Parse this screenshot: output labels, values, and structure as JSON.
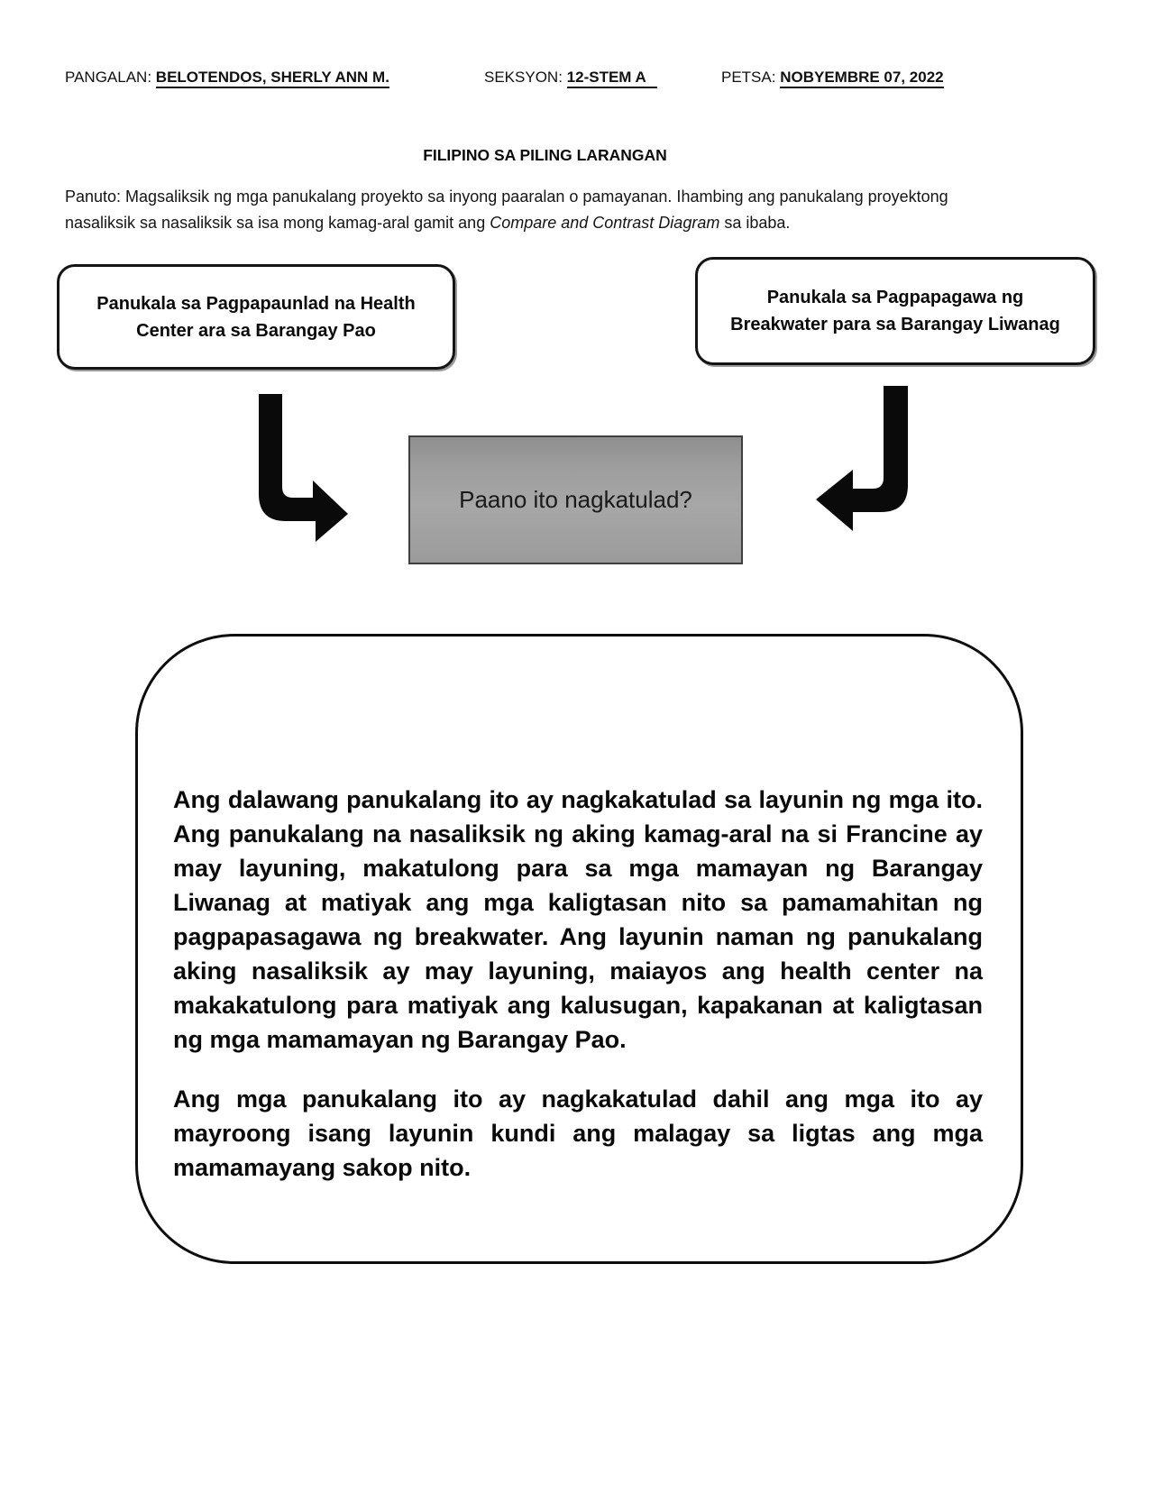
{
  "header": {
    "name_label": "PANGALAN:",
    "name_value": "BELOTENDOS, SHERLY ANN M.",
    "section_label": "SEKSYON:",
    "section_value": "12-STEM A",
    "date_label": "PETSA:",
    "date_value": "NOBYEMBRE 07, 2022"
  },
  "title": "FILIPINO SA PILING LARANGAN",
  "instructions": {
    "prefix": "Panuto: Magsaliksik ng mga panukalang proyekto sa inyong paaralan o pamayanan. Ihambing ang panukalang proyektong nasaliksik sa nasaliksik sa isa mong  kamag-aral gamit ang ",
    "italic": "Compare and Contrast Diagram",
    "suffix": " sa ibaba."
  },
  "diagram": {
    "left_box_label": "Panukala sa Pagpapaunlad na Health\nCenter ara sa Barangay Pao",
    "right_box_label": "Panukala sa Pagpapagawa ng\nBreakwater para sa Barangay Liwanag",
    "center_box_label": "Paano ito nagkatulad?",
    "center_box_color": "#9b9b9b",
    "arrow_color": "#0a0a0a"
  },
  "answer": {
    "paragraph1": "Ang dalawang panukalang ito ay nagkakatulad sa layunin ng mga ito. Ang panukalang na nasaliksik ng aking kamag-aral na si Francine ay may layuning, makatulong para sa mga mamayan ng Barangay Liwanag at matiyak ang mga kaligtasan nito sa pamamahitan ng pagpapasagawa ng breakwater. Ang layunin naman ng panukalang aking nasaliksik ay may layuning, maiayos ang health center na makakatulong para matiyak ang kalusugan, kapakanan at kaligtasan ng mga mamamayan ng Barangay Pao.",
    "paragraph2": "Ang mga panukalang ito ay nagkakatulad dahil ang mga ito ay mayroong isang layunin kundi ang malagay sa ligtas ang mga mamamayang sakop nito."
  }
}
